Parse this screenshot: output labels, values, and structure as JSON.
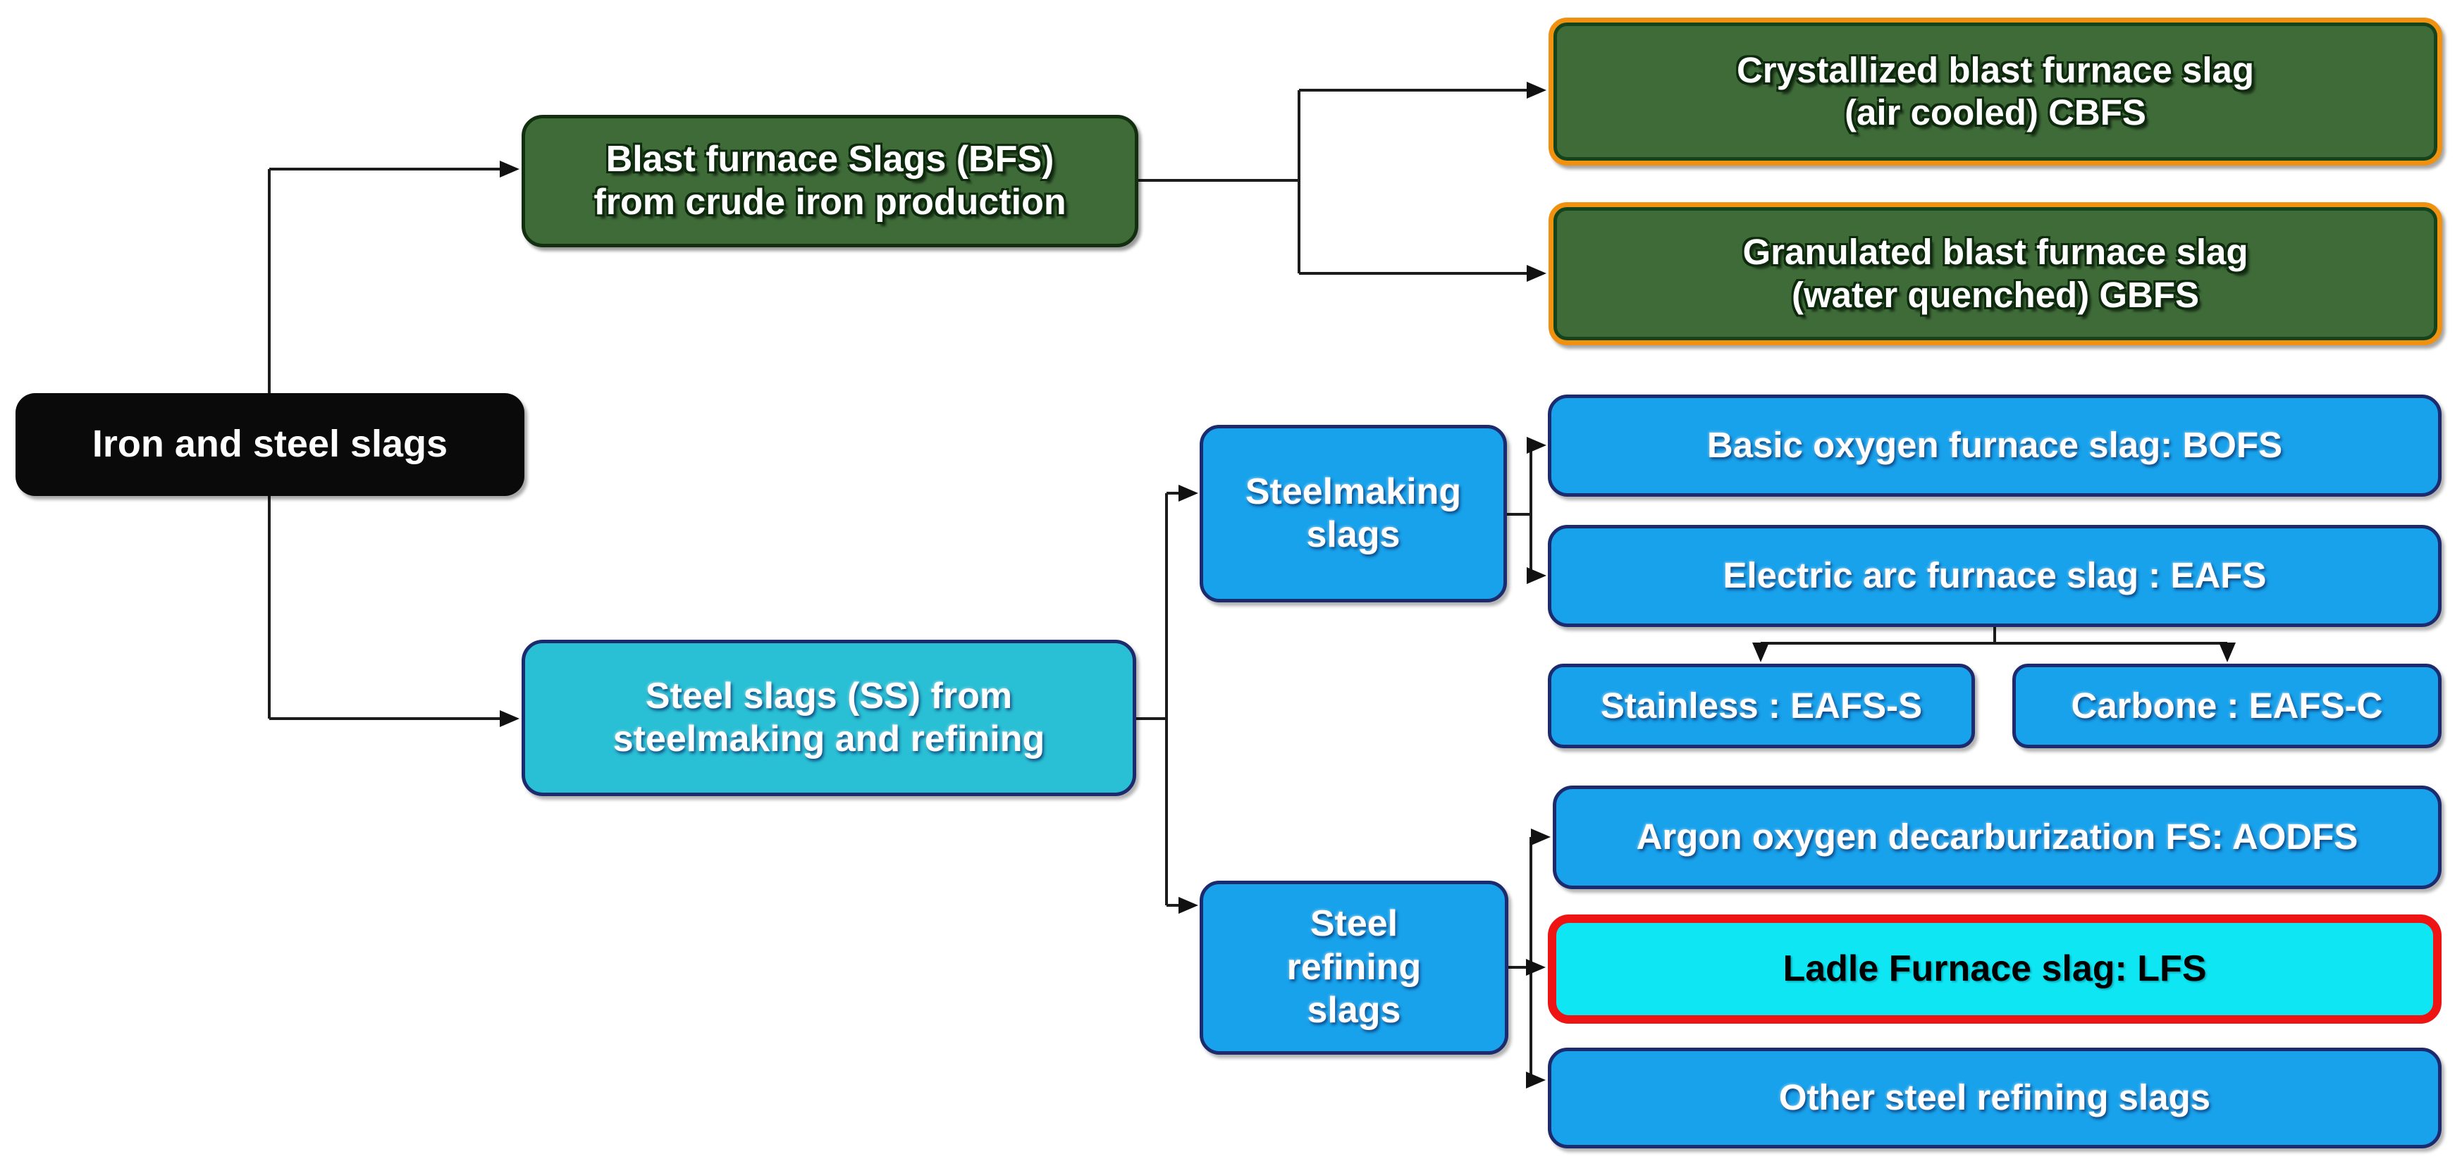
{
  "figure": {
    "background": "#ffffff"
  },
  "colors": {
    "root_fill": "#0a0a0a",
    "green_fill": "#3e6b38",
    "green_inner_border": "#14431c",
    "orange_border": "#f0920f",
    "blue_fill": "#18a2ec",
    "navy_border": "#1c2a6e",
    "turquoise_fill": "#29bfd4",
    "cyan_fill": "#0ee6f3",
    "red_border": "#ee1414",
    "connector_line": "#1c1c1c",
    "text_light": "#ffffff",
    "text_dark": "#000000"
  },
  "nodes": {
    "root": {
      "label": "Iron and steel slags"
    },
    "bfs": {
      "lines": [
        "Blast furnace Slags (BFS)",
        "from crude iron production"
      ]
    },
    "cbfs": {
      "lines": [
        "Crystallized blast furnace slag",
        "(air cooled) CBFS"
      ]
    },
    "gbfs": {
      "lines": [
        "Granulated blast furnace slag",
        "(water quenched) GBFS"
      ]
    },
    "ss": {
      "lines": [
        "Steel slags (SS) from",
        "steelmaking and refining"
      ]
    },
    "steelmaking": {
      "lines": [
        "Steelmaking",
        "slags"
      ]
    },
    "bofs": {
      "label": "Basic oxygen furnace slag: BOFS"
    },
    "eafs": {
      "label": "Electric arc furnace slag : EAFS"
    },
    "eafs_s": {
      "label": "Stainless : EAFS-S"
    },
    "eafs_c": {
      "label": "Carbone : EAFS-C"
    },
    "refining": {
      "lines": [
        "Steel",
        "refining",
        "slags"
      ]
    },
    "aodfs": {
      "label": "Argon oxygen decarburization FS: AODFS"
    },
    "lfs": {
      "label": "Ladle Furnace slag: LFS"
    },
    "other": {
      "label": "Other steel refining slags"
    }
  }
}
